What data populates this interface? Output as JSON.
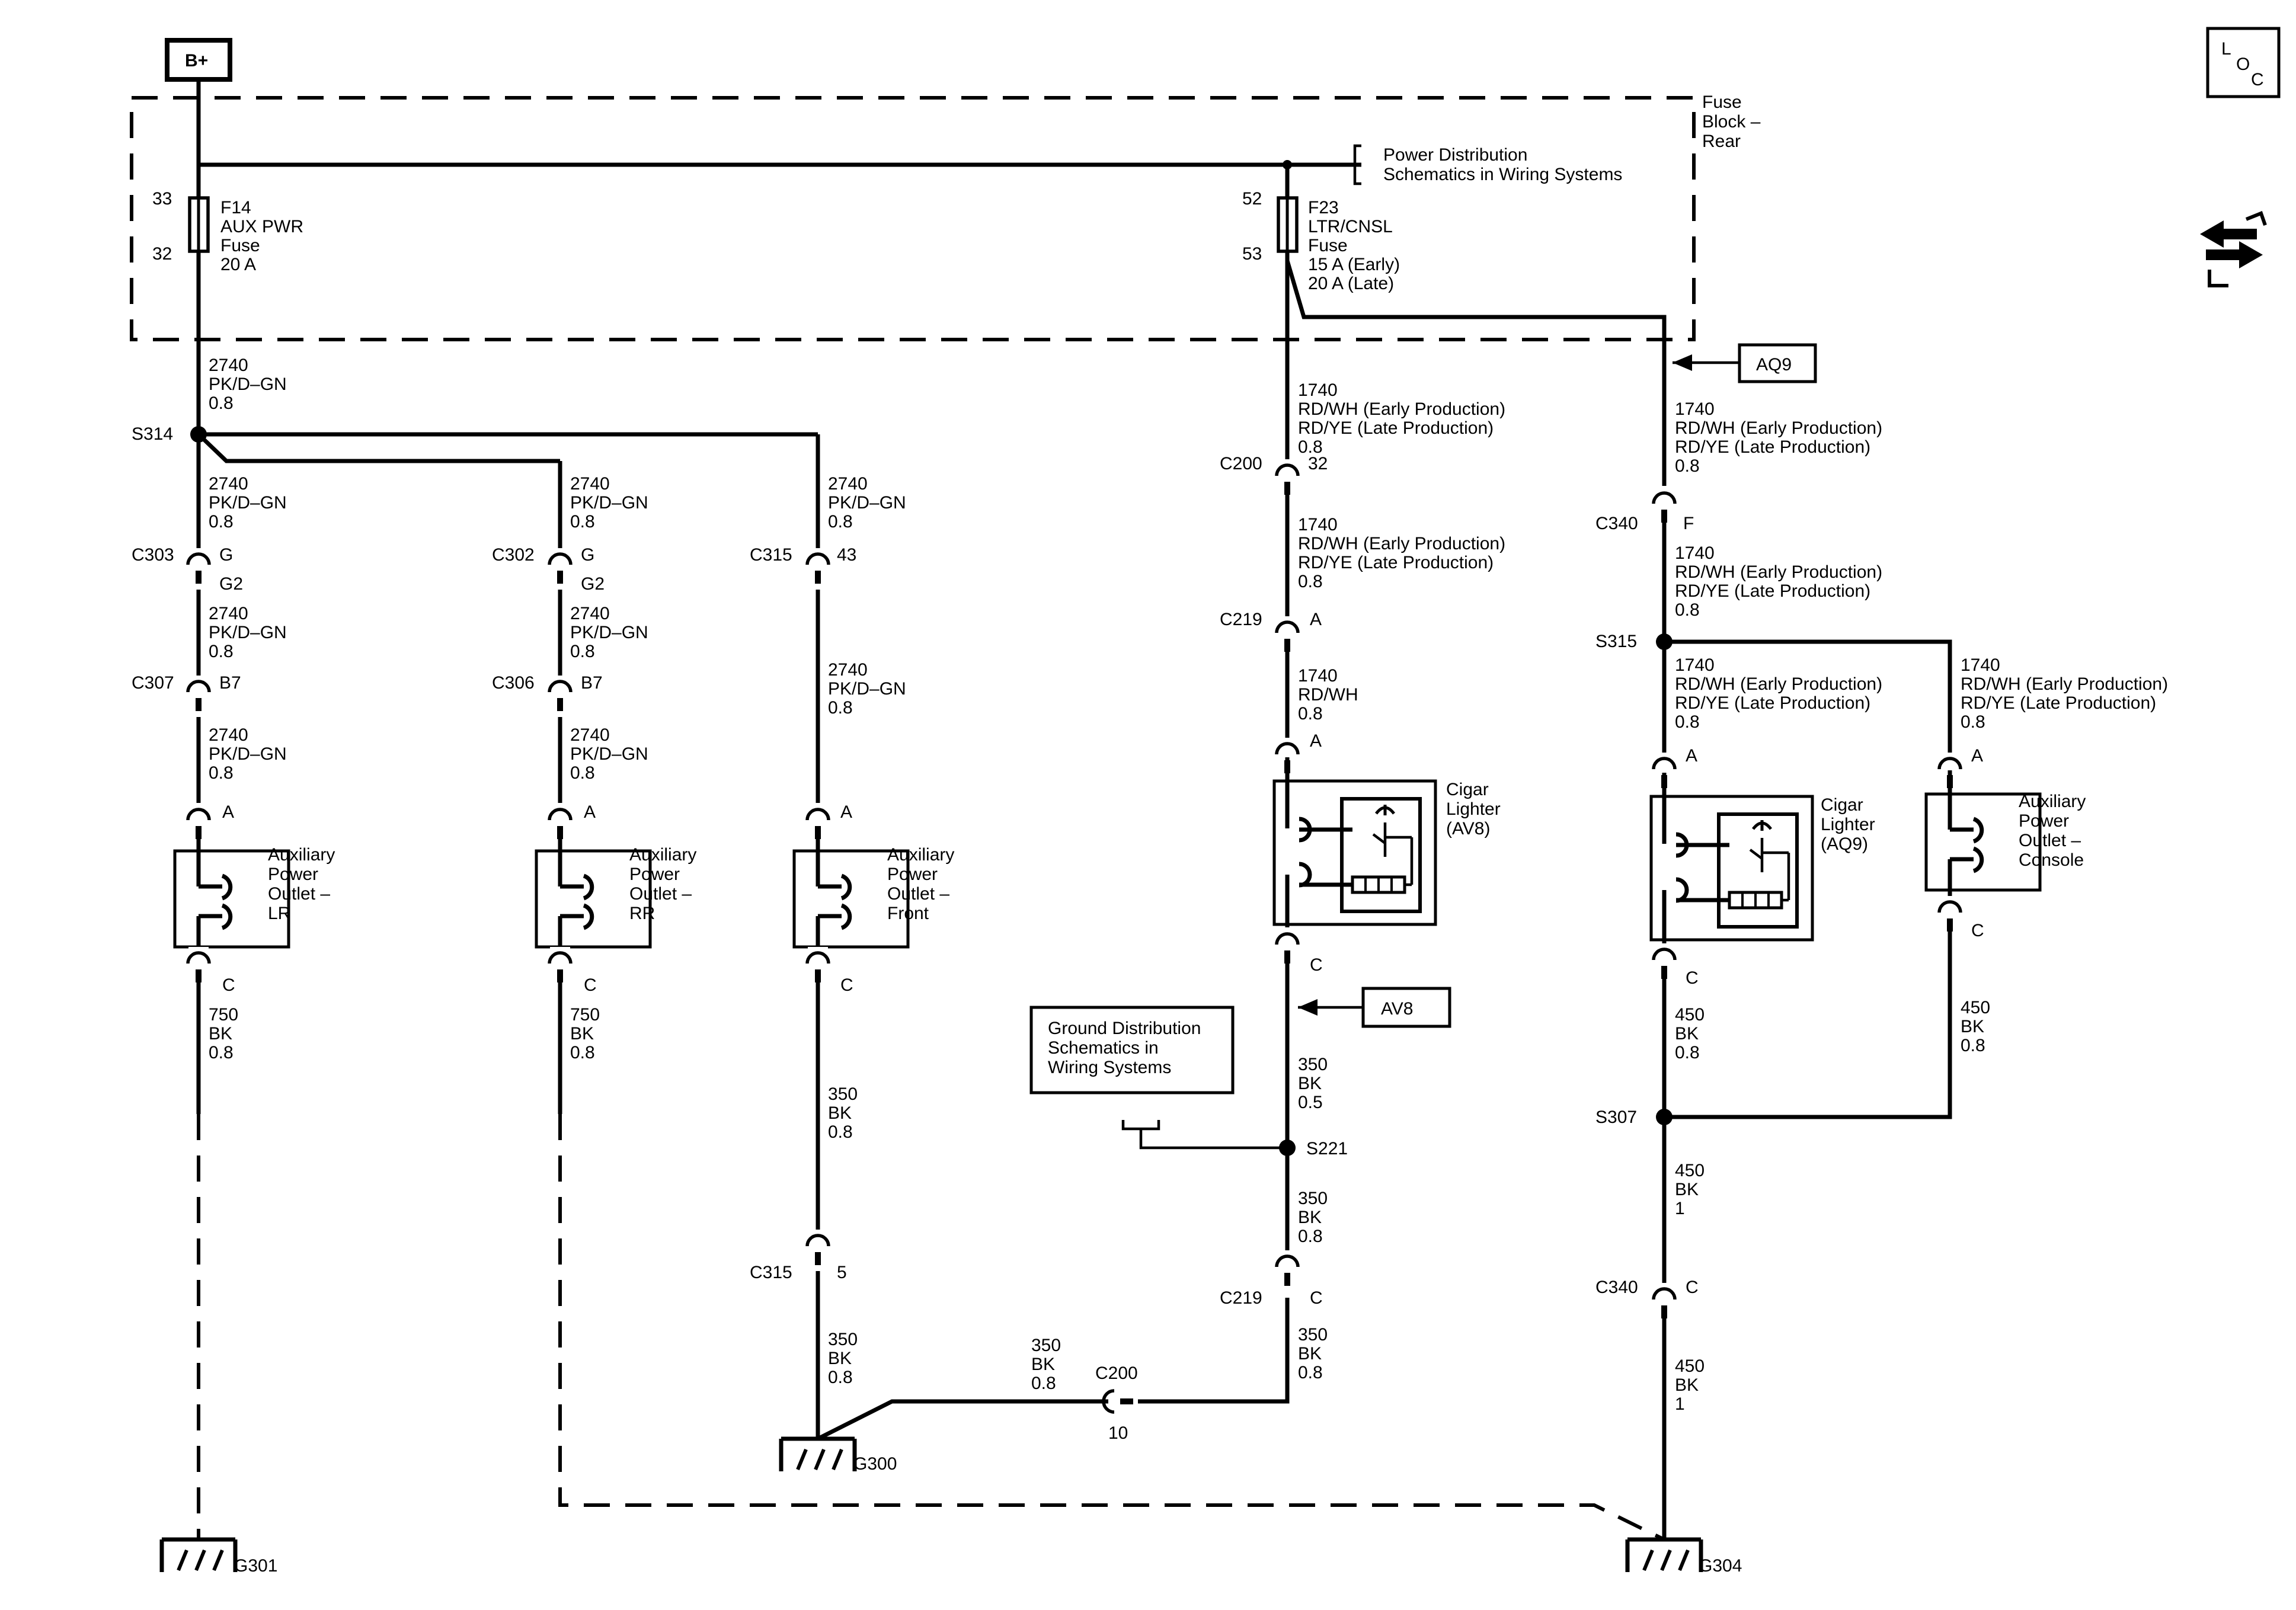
{
  "power": {
    "source": "B+"
  },
  "icons": {
    "loc": {
      "l": "L",
      "o": "O",
      "c": "C"
    },
    "service": "service-arrows-icon"
  },
  "fuse_block": {
    "label": [
      "Fuse",
      "Block –",
      "Rear"
    ]
  },
  "power_ref": [
    "Power Distribution",
    "Schematics in Wiring Systems"
  ],
  "ground_ref": [
    "Ground Distribution",
    "Schematics in",
    "Wiring Systems"
  ],
  "fuses": {
    "f14": {
      "pin_in": "33",
      "pin_out": "32",
      "label": [
        "F14",
        "AUX PWR",
        "Fuse",
        "20 A"
      ]
    },
    "f23": {
      "pin_in": "52",
      "pin_out": "53",
      "label": [
        "F23",
        "LTR/CNSL",
        "Fuse",
        "15 A (Early)",
        "20 A (Late)"
      ]
    }
  },
  "options": {
    "aq9": "AQ9",
    "av8": "AV8"
  },
  "wires": {
    "pk_main": [
      "2740",
      "PK/D–GN",
      "0.8"
    ],
    "rd_f23": [
      "1740",
      "RD/WH (Early Production)",
      "RD/YE (Late Production)",
      "0.8"
    ],
    "rd_wh": [
      "1740",
      "RD/WH",
      "0.8"
    ],
    "bk_750": [
      "750",
      "BK",
      "0.8"
    ],
    "bk_350_08": [
      "350",
      "BK",
      "0.8"
    ],
    "bk_350_05": [
      "350",
      "BK",
      "0.5"
    ],
    "bk_450_08": [
      "450",
      "BK",
      "0.8"
    ],
    "bk_450_1": [
      "450",
      "BK",
      "1"
    ]
  },
  "splices": {
    "s314": "S314",
    "s221": "S221",
    "s315": "S315",
    "s307": "S307"
  },
  "connectors": {
    "c303": "C303",
    "c302": "C302",
    "c315": "C315",
    "c307": "C307",
    "c306": "C306",
    "c200": "C200",
    "c219": "C219",
    "c340": "C340",
    "pin_g": "G",
    "pin_g2": "G2",
    "pin_b7": "B7",
    "pin_43": "43",
    "pin_5": "5",
    "pin_32": "32",
    "pin_10": "10",
    "pin_a": "A",
    "pin_c": "C",
    "pin_f": "F"
  },
  "components": {
    "apo_lr": [
      "Auxiliary",
      "Power",
      "Outlet –",
      "LR"
    ],
    "apo_rr": [
      "Auxiliary",
      "Power",
      "Outlet –",
      "RR"
    ],
    "apo_front": [
      "Auxiliary",
      "Power",
      "Outlet –",
      "Front"
    ],
    "cigar_av8": [
      "Cigar",
      "Lighter",
      "(AV8)"
    ],
    "cigar_aq9": [
      "Cigar",
      "Lighter",
      "(AQ9)"
    ],
    "apo_console": [
      "Auxiliary",
      "Power",
      "Outlet –",
      "Console"
    ]
  },
  "grounds": {
    "g300": "G300",
    "g301": "G301",
    "g304": "G304"
  }
}
